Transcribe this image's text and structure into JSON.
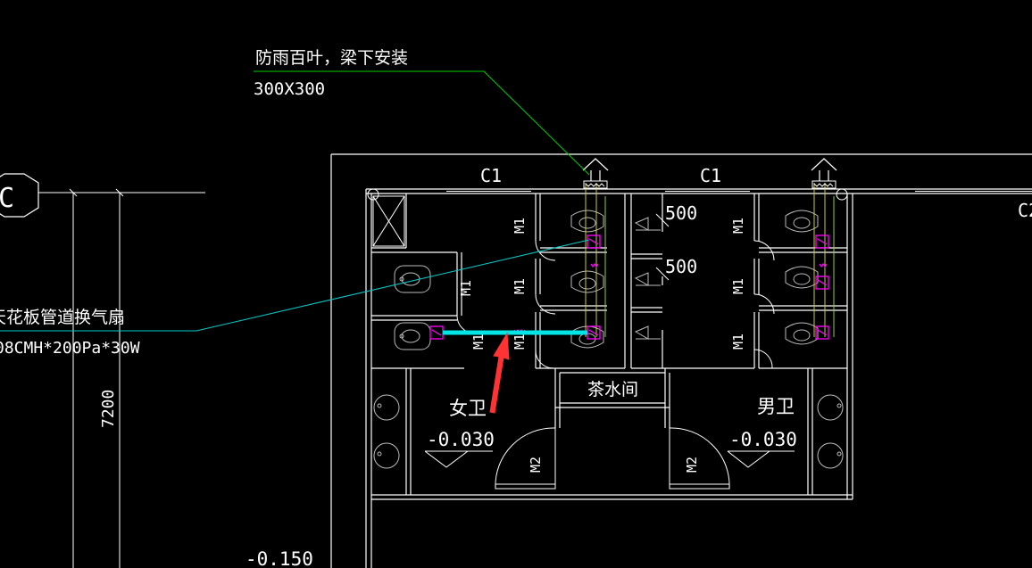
{
  "colors": {
    "background": "#000000",
    "wall": "#ffffff",
    "leader_green": "#00cc00",
    "leader_cyan": "#00cccc",
    "duct_cyan": "#00e5e5",
    "fan_magenta": "#ff00ff",
    "pipe_yellow": "#cccc33",
    "arrow_red": "#ff3333",
    "fixture_gray": "#bbbbbb"
  },
  "annotations": {
    "louver_note": "防雨百叶，梁下安装",
    "louver_size": "300X300",
    "fan_note": "天花板管道换气扇",
    "fan_spec": "08CMH*200Pa*30W",
    "grid_axis": "C",
    "dim_vertical": "7200",
    "level_outside": "-0.150"
  },
  "rooms": {
    "womens": "女卫",
    "mens": "男卫",
    "tea_room": "茶水间",
    "level_womens": "-0.030",
    "level_mens": "-0.030"
  },
  "windows": {
    "c1_left": "C1",
    "c1_right": "C1",
    "c2": "C2"
  },
  "doors": {
    "m1": "M1",
    "m2": "M2"
  },
  "dimensions": {
    "d500_top": "500",
    "d500_bottom": "500"
  },
  "icons": {
    "exhaust_arrow": "up-arrow-icon",
    "pointer": "red-arrow-icon",
    "grid_bubble": "octagon-bubble-icon"
  }
}
